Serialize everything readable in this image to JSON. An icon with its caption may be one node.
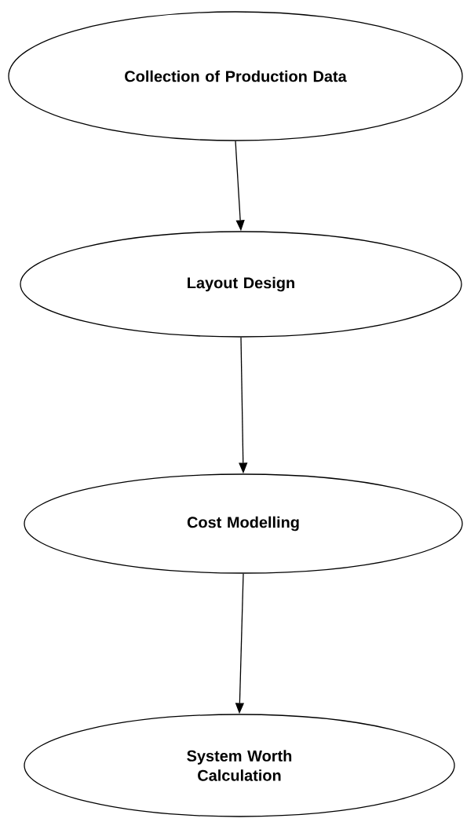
{
  "diagram": {
    "nodes": [
      {
        "text": [
          "Collection of Production Data"
        ]
      },
      {
        "text": [
          "Layout Design"
        ]
      },
      {
        "text": [
          "Cost Modelling"
        ]
      },
      {
        "text": [
          "System Worth Calculation"
        ]
      }
    ],
    "edges": [
      {
        "from": 0,
        "to": 1,
        "arrow": "to"
      },
      {
        "from": 1,
        "to": 2,
        "arrow": "to"
      },
      {
        "from": 2,
        "to": 3,
        "arrow": "to"
      }
    ]
  }
}
